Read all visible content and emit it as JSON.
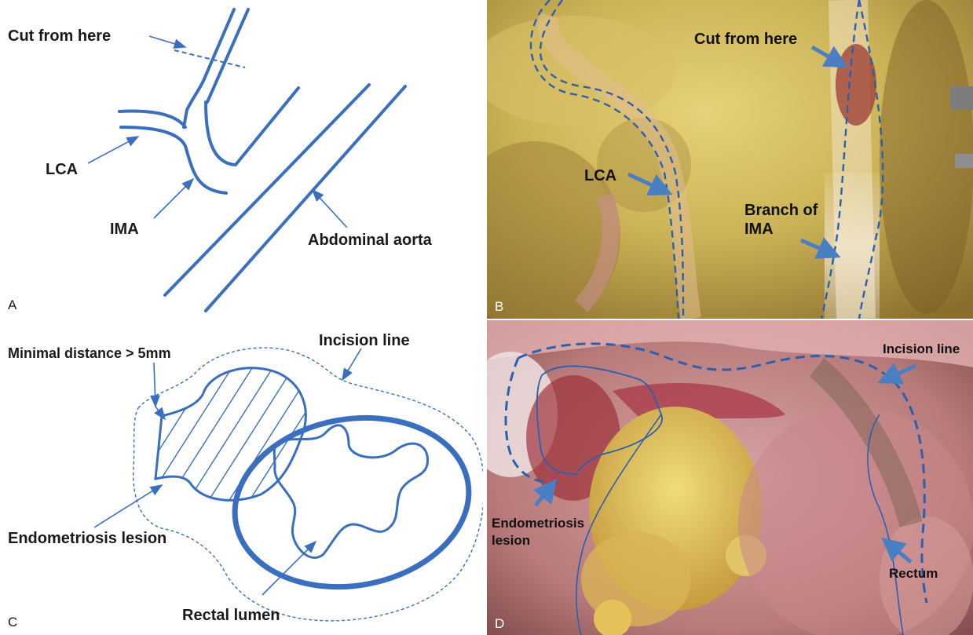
{
  "panel_a": {
    "letter": "A",
    "labels": {
      "cut_from_here": "Cut from here",
      "lca": "LCA",
      "ima": "IMA",
      "aorta": "Abdominal aorta"
    }
  },
  "panel_b": {
    "letter": "B",
    "labels": {
      "cut_from_here": "Cut from here",
      "lca": "LCA",
      "branch_line1": "Branch of",
      "branch_line2": "IMA"
    }
  },
  "panel_c": {
    "letter": "C",
    "labels": {
      "min_distance": "Minimal distance > 5mm",
      "incision_line": "Incision line",
      "lesion": "Endometriosis lesion",
      "rectal_lumen": "Rectal lumen"
    }
  },
  "panel_d": {
    "letter": "D",
    "labels": {
      "incision_line": "Incision line",
      "lesion_line1": "Endometriosis",
      "lesion_line2": "lesion",
      "rectum": "Rectum"
    }
  },
  "colors": {
    "line_blue": "#3a6fc0",
    "arrow_blue": "#4a7fc4",
    "photo_b_fat": "#c9ae52",
    "photo_d_tissue": "#c48d8d"
  }
}
